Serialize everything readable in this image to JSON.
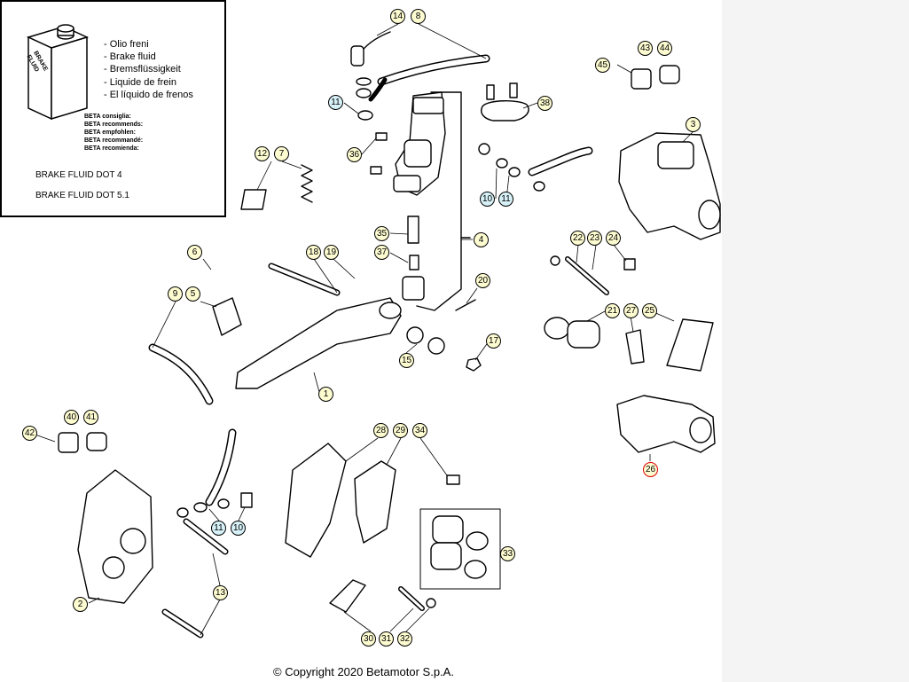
{
  "legend": {
    "can_label": "BRAKE FLUID",
    "lines": [
      "- Olio freni",
      "- Brake fluid",
      "- Bremsflüssigkeit",
      "- Liquide de frein",
      "- El líquido de frenos"
    ],
    "recommends": [
      "BETA consiglia:",
      "BETA recommends:",
      "BETA empfohlen:",
      "BETA recommandé:",
      "BETA recomienda:"
    ],
    "dot4": "BRAKE FLUID DOT 4",
    "dot51": "BRAKE FLUID DOT 5.1"
  },
  "callouts": [
    {
      "id": "c14",
      "text": "14",
      "style": "yellow"
    },
    {
      "id": "c8",
      "text": "8",
      "style": "yellow"
    },
    {
      "id": "c11a",
      "text": "11",
      "style": "blue"
    },
    {
      "id": "c38",
      "text": "38",
      "style": "yellow"
    },
    {
      "id": "c43",
      "text": "43",
      "style": "yellow"
    },
    {
      "id": "c44",
      "text": "44",
      "style": "yellow"
    },
    {
      "id": "c45",
      "text": "45",
      "style": "yellow"
    },
    {
      "id": "c3",
      "text": "3",
      "style": "yellow"
    },
    {
      "id": "c12",
      "text": "12",
      "style": "yellow"
    },
    {
      "id": "c7",
      "text": "7",
      "style": "yellow"
    },
    {
      "id": "c36",
      "text": "36",
      "style": "yellow"
    },
    {
      "id": "c10a",
      "text": "10",
      "style": "blue"
    },
    {
      "id": "c11b",
      "text": "11",
      "style": "blue"
    },
    {
      "id": "c35",
      "text": "35",
      "style": "yellow"
    },
    {
      "id": "c4",
      "text": "4",
      "style": "yellow"
    },
    {
      "id": "c37",
      "text": "37",
      "style": "yellow"
    },
    {
      "id": "c22",
      "text": "22",
      "style": "yellow"
    },
    {
      "id": "c23",
      "text": "23",
      "style": "yellow"
    },
    {
      "id": "c24",
      "text": "24",
      "style": "yellow"
    },
    {
      "id": "c6",
      "text": "6",
      "style": "yellow"
    },
    {
      "id": "c18",
      "text": "18",
      "style": "yellow"
    },
    {
      "id": "c19",
      "text": "19",
      "style": "yellow"
    },
    {
      "id": "c20",
      "text": "20",
      "style": "yellow"
    },
    {
      "id": "c9",
      "text": "9",
      "style": "yellow"
    },
    {
      "id": "c5",
      "text": "5",
      "style": "yellow"
    },
    {
      "id": "c21",
      "text": "21",
      "style": "yellow"
    },
    {
      "id": "c27",
      "text": "27",
      "style": "yellow"
    },
    {
      "id": "c25",
      "text": "25",
      "style": "yellow"
    },
    {
      "id": "c17",
      "text": "17",
      "style": "yellow"
    },
    {
      "id": "c15",
      "text": "15",
      "style": "yellow"
    },
    {
      "id": "c1",
      "text": "1",
      "style": "yellow"
    },
    {
      "id": "c40",
      "text": "40",
      "style": "yellow"
    },
    {
      "id": "c41",
      "text": "41",
      "style": "yellow"
    },
    {
      "id": "c42",
      "text": "42",
      "style": "yellow"
    },
    {
      "id": "c28",
      "text": "28",
      "style": "yellow"
    },
    {
      "id": "c29",
      "text": "29",
      "style": "yellow"
    },
    {
      "id": "c34",
      "text": "34",
      "style": "yellow"
    },
    {
      "id": "c26",
      "text": "26",
      "style": "red"
    },
    {
      "id": "c11c",
      "text": "11",
      "style": "blue"
    },
    {
      "id": "c10b",
      "text": "10",
      "style": "blue"
    },
    {
      "id": "c33",
      "text": "33",
      "style": "yellow"
    },
    {
      "id": "c13",
      "text": "13",
      "style": "yellow"
    },
    {
      "id": "c2",
      "text": "2",
      "style": "yellow"
    },
    {
      "id": "c30",
      "text": "30",
      "style": "yellow"
    },
    {
      "id": "c31",
      "text": "31",
      "style": "yellow"
    },
    {
      "id": "c32",
      "text": "32",
      "style": "yellow"
    }
  ],
  "footer": {
    "copyright": "© Copyright 2020 Betamotor S.p.A."
  }
}
